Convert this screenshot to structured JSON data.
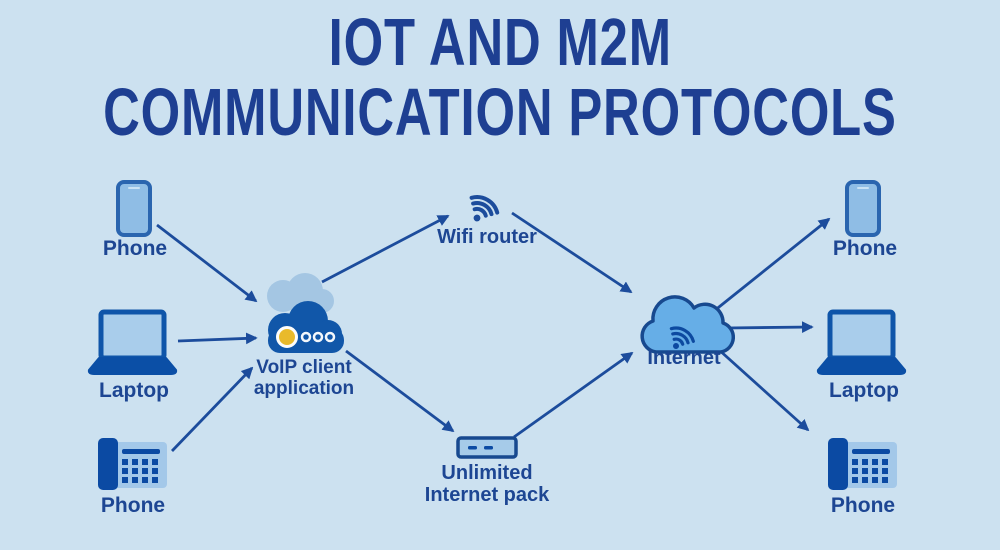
{
  "title": {
    "line1": "IOT AND M2M",
    "line2": "COMMUNICATION PROTOCOLS"
  },
  "nodes": {
    "phone_left_top": {
      "label": "Phone",
      "icon": "smartphone-icon"
    },
    "laptop_left": {
      "label": "Laptop",
      "icon": "laptop-icon"
    },
    "phone_left_bottom": {
      "label": "Phone",
      "icon": "desk-phone-icon"
    },
    "voip_client": {
      "label_line1": "VoIP client",
      "label_line2": "application",
      "icon": "voip-cloud-icon"
    },
    "wifi_router": {
      "label": "Wifi router",
      "icon": "wifi-signal-icon"
    },
    "internet_pack": {
      "label_line1": "Unlimited",
      "label_line2": "Internet pack",
      "icon": "modem-icon"
    },
    "internet": {
      "label": "Internet",
      "icon": "cloud-wifi-icon"
    },
    "phone_right_top": {
      "label": "Phone",
      "icon": "smartphone-icon"
    },
    "laptop_right": {
      "label": "Laptop",
      "icon": "laptop-icon"
    },
    "phone_right_bottom": {
      "label": "Phone",
      "icon": "desk-phone-icon"
    }
  },
  "edges": [
    {
      "from": "phone_left_top",
      "to": "voip_client"
    },
    {
      "from": "laptop_left",
      "to": "voip_client"
    },
    {
      "from": "phone_left_bottom",
      "to": "voip_client"
    },
    {
      "from": "voip_client",
      "to": "wifi_router"
    },
    {
      "from": "voip_client",
      "to": "internet_pack"
    },
    {
      "from": "wifi_router",
      "to": "internet"
    },
    {
      "from": "internet_pack",
      "to": "internet"
    },
    {
      "from": "internet",
      "to": "phone_right_top"
    },
    {
      "from": "internet",
      "to": "laptop_right"
    },
    {
      "from": "internet",
      "to": "phone_right_bottom"
    }
  ],
  "colors": {
    "background": "#cce1f0",
    "title_text": "#1e3f92",
    "label_text": "#1d4693",
    "arrow": "#1c4c9c",
    "device_dark": "#0b4fa6",
    "device_border": "#2a65af",
    "device_light_fill": "#a6cbe9",
    "smartphone_fill": "#8fbde5",
    "voip_cloud": "#1157a9",
    "back_cloud": "#a4c6e3",
    "internet_cloud_fill": "#66aee7",
    "accent_yellow": "#e9ba2b"
  }
}
